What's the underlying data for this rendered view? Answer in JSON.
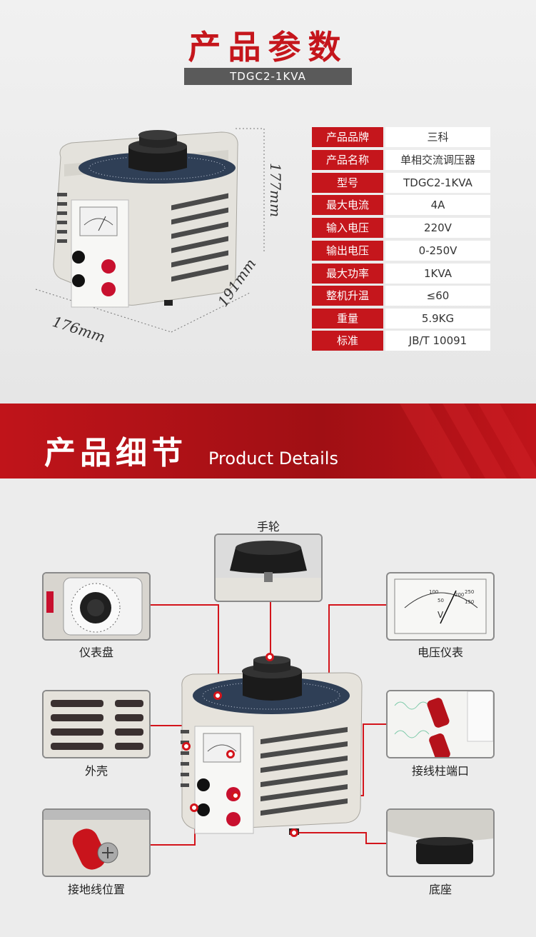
{
  "params_section": {
    "title": "产品参数",
    "model_bar": "TDGC2-1KVA",
    "dimensions": {
      "height": "177mm",
      "depth": "191mm",
      "width": "176mm"
    },
    "specs": [
      {
        "label": "产品品牌",
        "value": "三科"
      },
      {
        "label": "产品名称",
        "value": "单相交流调压器"
      },
      {
        "label": "型号",
        "value": "TDGC2-1KVA"
      },
      {
        "label": "最大电流",
        "value": "4A"
      },
      {
        "label": "输入电压",
        "value": "220V"
      },
      {
        "label": "输出电压",
        "value": "0-250V"
      },
      {
        "label": "最大功率",
        "value": "1KVA"
      },
      {
        "label": "整机升温",
        "value": "≤60"
      },
      {
        "label": "重量",
        "value": "5.9KG"
      },
      {
        "label": "标准",
        "value": "JB/T 10091"
      }
    ]
  },
  "details_section": {
    "title": "产品细节",
    "subtitle": "Product Details",
    "callouts": {
      "handwheel": "手轮",
      "dial": "仪表盘",
      "voltmeter": "电压仪表",
      "shell": "外壳",
      "terminal": "接线柱端口",
      "ground": "接地线位置",
      "base": "底座"
    },
    "meter_letter": "V",
    "meter_ticks": [
      "100",
      "50",
      "200",
      "250",
      "150"
    ]
  },
  "colors": {
    "accent": "#c5161c",
    "banner": "#b01218",
    "model_bar": "#5a5a5a"
  }
}
